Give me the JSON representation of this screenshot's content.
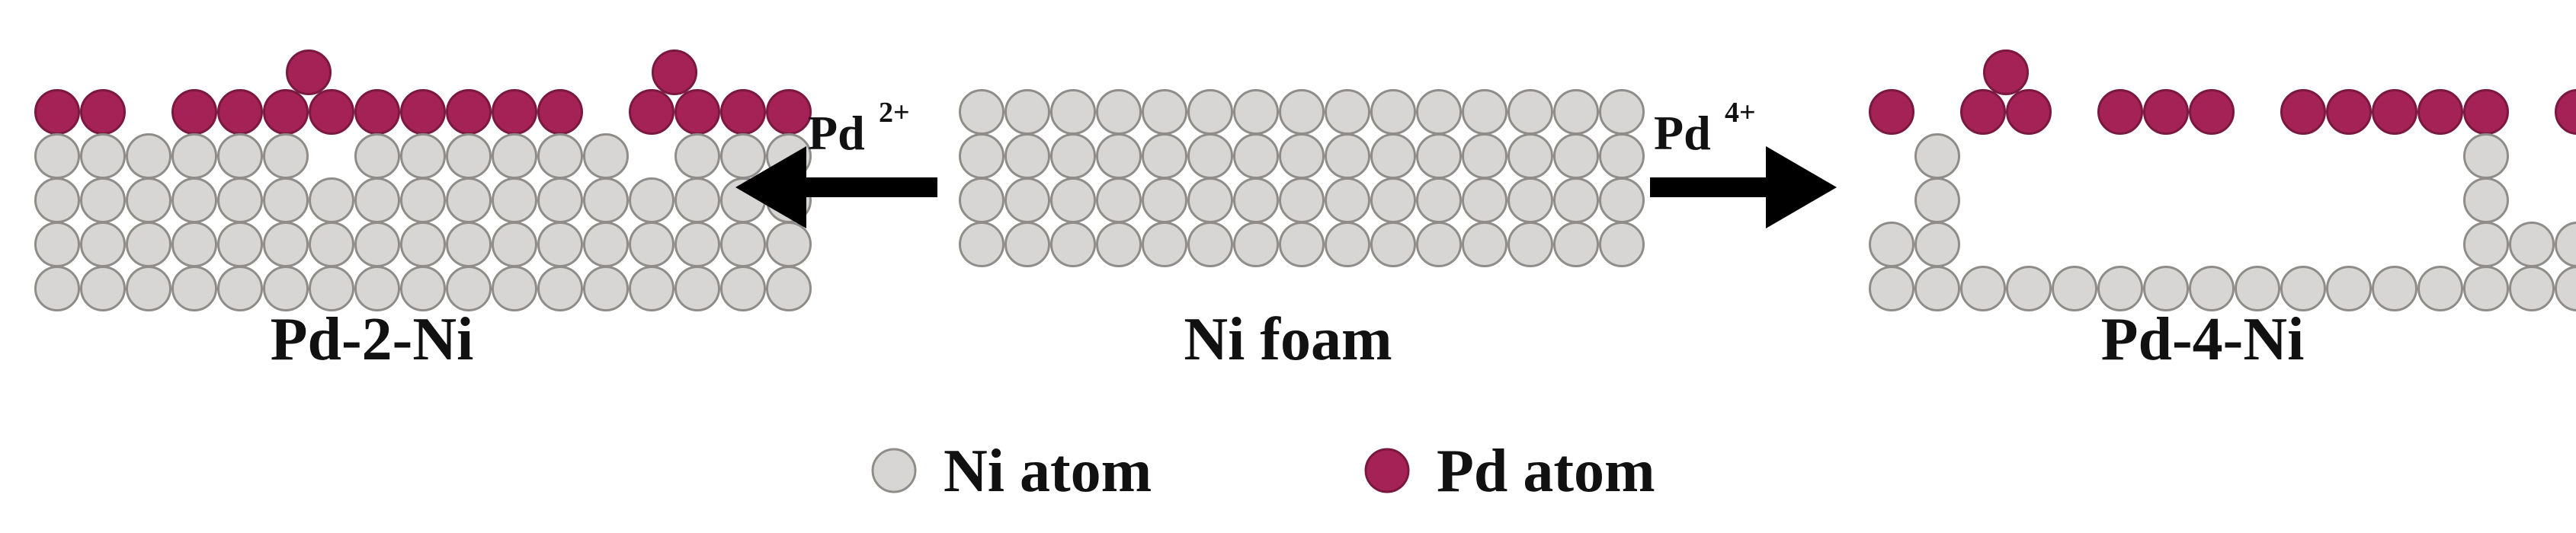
{
  "colors": {
    "ni_fill": "#d8d6d4",
    "ni_stroke": "#8f8c89",
    "pd_fill": "#a52257",
    "pd_stroke": "#7a1840",
    "arrow": "#000000",
    "text": "#111111"
  },
  "panels": {
    "left": {
      "label": "Pd-2-Ni",
      "grid": [
        "SS.SSSSSSSSS.SSSS",
        "NNNNNN.NNNNNN.NNN",
        "NNNNNNNNNNNNNNNNN",
        "NNNNNNNNNNNNNNNNN",
        "NNNNNNNNNNNNNNNNN"
      ],
      "top_atoms": [
        6,
        14
      ]
    },
    "center": {
      "label": "Ni foam",
      "grid": [
        "NNNNNNNNNNNNNNN",
        "NNNNNNNNNNNNNNN",
        "NNNNNNNNNNNNNNN",
        "NNNNNNNNNNNNNNN"
      ],
      "top_atoms": []
    },
    "right": {
      "label": "Pd-4-Ni",
      "grid": [
        "S.SS.SSS.SSSSS.S",
        ".N...........N..",
        ".N...........N..",
        "NN...........NNN",
        "NNNNNNNNNNNNNNNN"
      ],
      "top_atoms": [
        3
      ]
    }
  },
  "arrows": {
    "left": {
      "label": "Pd",
      "superscript": "2+",
      "direction": "left"
    },
    "right": {
      "label": "Pd",
      "superscript": "4+",
      "direction": "right"
    }
  },
  "legend": [
    {
      "label": "Ni atom",
      "kind": "ni"
    },
    {
      "label": "Pd atom",
      "kind": "pd"
    }
  ]
}
